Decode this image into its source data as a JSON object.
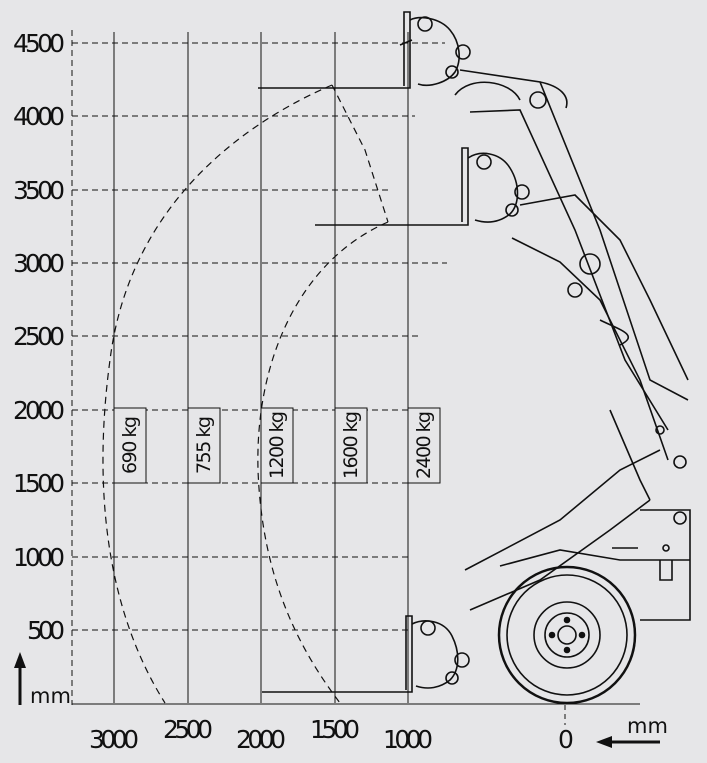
{
  "chart_data": {
    "type": "load-chart",
    "y_axis": {
      "unit": "mm",
      "ticks": [
        "4500",
        "4000",
        "3500",
        "3000",
        "2500",
        "2000",
        "1500",
        "1000",
        "500"
      ]
    },
    "x_axis": {
      "unit": "mm",
      "ticks": [
        "3000",
        "2500",
        "2000",
        "1500",
        "1000",
        "0"
      ]
    },
    "capacity_zones": [
      {
        "label": "690 kg",
        "reach_mm": 3000
      },
      {
        "label": "755 kg",
        "reach_mm": 2500
      },
      {
        "label": "1200 kg",
        "reach_mm": 2000
      },
      {
        "label": "1600 kg",
        "reach_mm": 1500
      },
      {
        "label": "2400 kg",
        "reach_mm": 1000
      }
    ]
  }
}
